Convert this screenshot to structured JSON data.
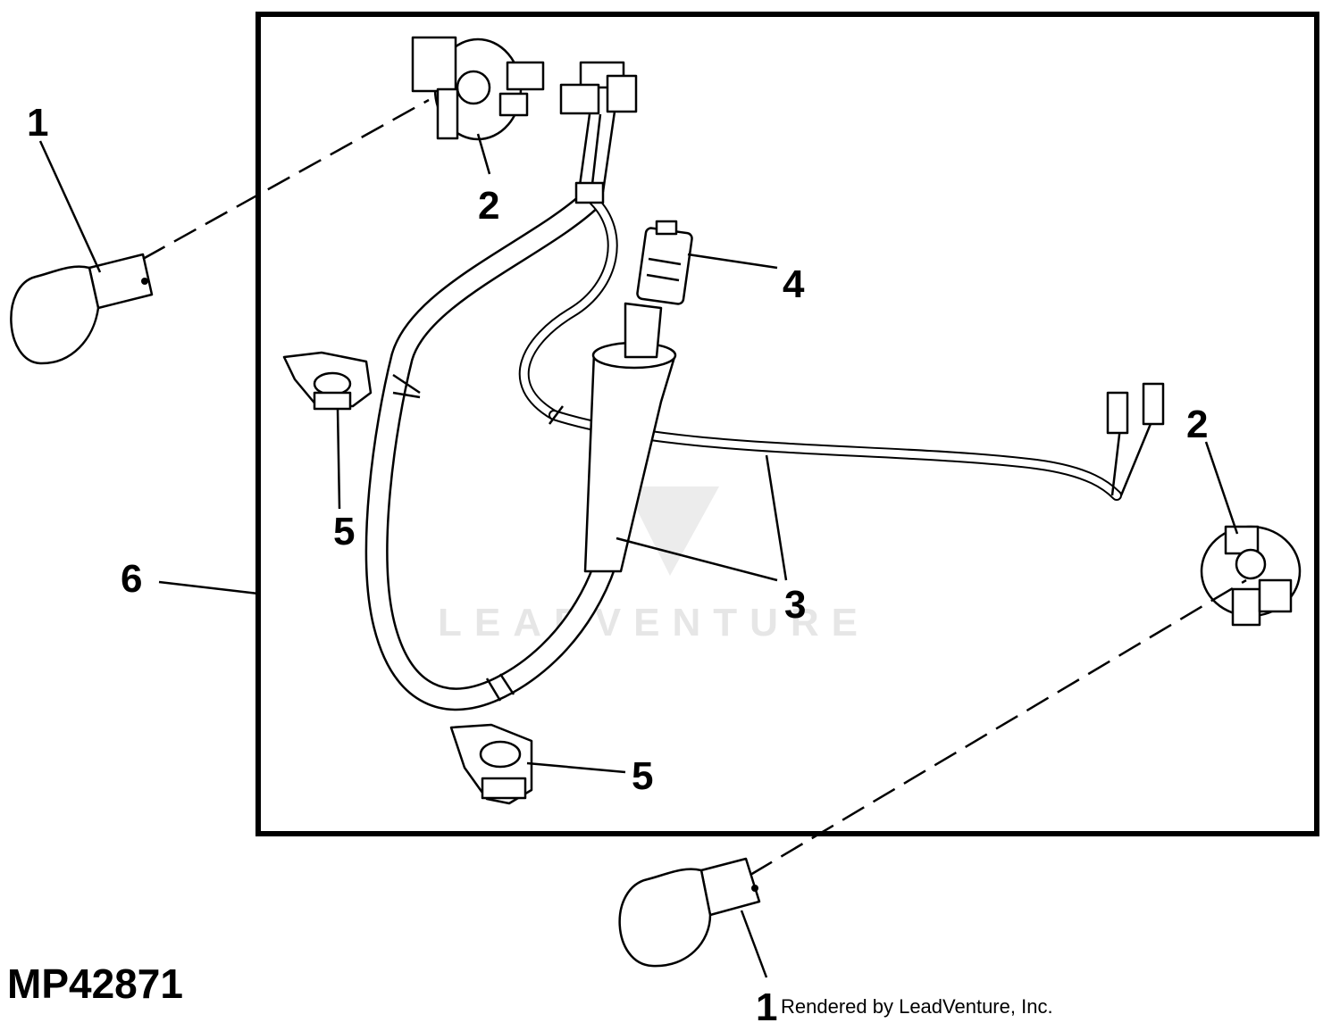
{
  "figure_id": "MP42871",
  "credit": "Rendered by LeadVenture, Inc.",
  "watermark": "LEADVENTURE",
  "callouts": {
    "bulb_top_left": "1",
    "bulb_bottom": "1",
    "socket_top": "2",
    "socket_right": "2",
    "harness": "3",
    "connector": "4",
    "clip_left": "5",
    "clip_bottom": "5",
    "harness_assembly": "6"
  }
}
